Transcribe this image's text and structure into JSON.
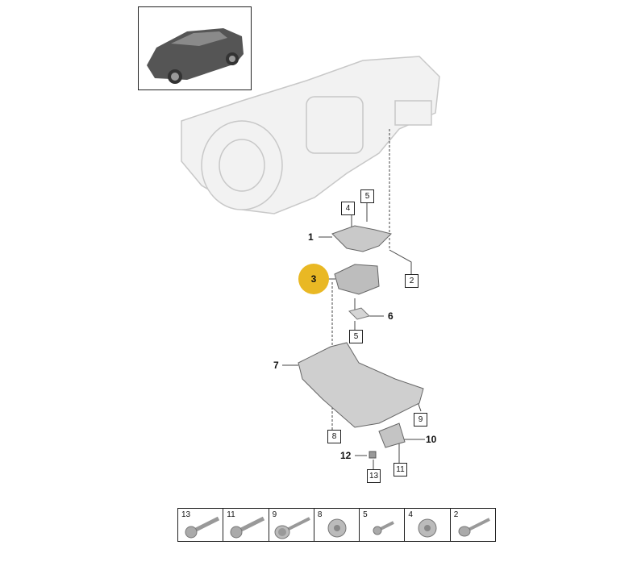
{
  "diagram": {
    "highlighted_part": "3",
    "callouts": {
      "p1": "1",
      "p2": "2",
      "p3": "3",
      "p4": "4",
      "p5a": "5",
      "p5b": "5",
      "p6": "6",
      "p7": "7",
      "p8": "8",
      "p9": "9",
      "p10": "10",
      "p11": "11",
      "p12": "12",
      "p13": "13"
    },
    "highlight_color": "#e9b824",
    "fastener_strip": [
      {
        "number": "13",
        "icon": "flange-bolt-long"
      },
      {
        "number": "11",
        "icon": "flange-bolt-long"
      },
      {
        "number": "9",
        "icon": "bolt-with-washer"
      },
      {
        "number": "8",
        "icon": "flange-nut"
      },
      {
        "number": "5",
        "icon": "torx-bolt-short"
      },
      {
        "number": "4",
        "icon": "flange-nut"
      },
      {
        "number": "2",
        "icon": "flange-bolt-torx"
      }
    ]
  }
}
